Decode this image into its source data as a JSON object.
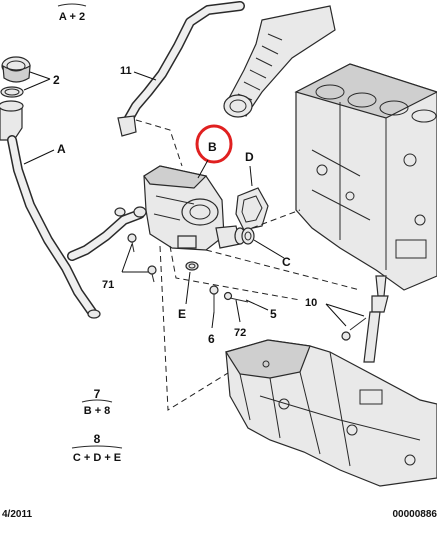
{
  "callouts": {
    "top_formula": "A + 2",
    "c2": "2",
    "cA": "A",
    "c11": "11",
    "cB": "B",
    "cD": "D",
    "cC": "C",
    "c71": "71",
    "cE": "E",
    "c5": "5",
    "c6": "6",
    "c72": "72",
    "c10": "10"
  },
  "groups": [
    {
      "number": "7",
      "formula": "B + 8"
    },
    {
      "number": "8",
      "formula": "C + D + E"
    }
  ],
  "footer": {
    "date": "4/2011",
    "reference": "00000886"
  },
  "colors": {
    "highlight": "#e02020",
    "line": "#2a2a2a",
    "part_fill": "#e9e9e9"
  }
}
